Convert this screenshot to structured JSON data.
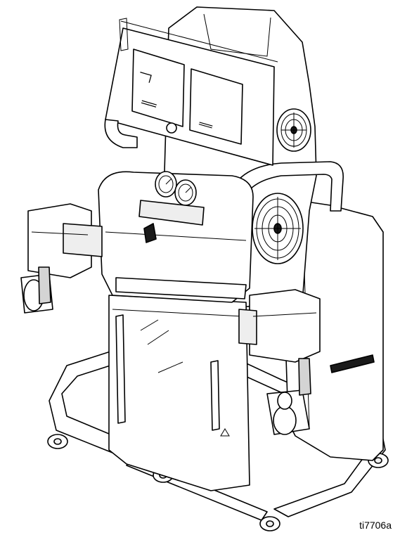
{
  "figure": {
    "id_label": "ti7706a",
    "colors": {
      "line": "#000000",
      "body": "#ffffff",
      "shade": "#eeeeee",
      "dark": "#1a1a1a"
    }
  },
  "components": [
    "control-panel",
    "temperature-display-left",
    "temperature-display-right",
    "upper-cooling-fan",
    "lower-cooling-fan",
    "pressure-gauges",
    "left-heater-block",
    "right-heater-block",
    "front-cover",
    "right-housing",
    "rear-handle",
    "cart-frame",
    "caster-wheels"
  ]
}
